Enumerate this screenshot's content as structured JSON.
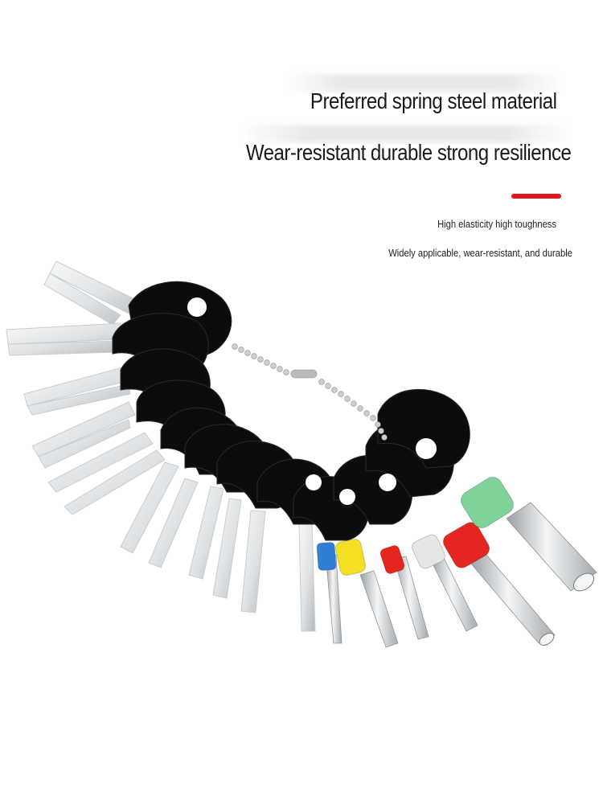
{
  "headline": {
    "line1": "Preferred spring steel material",
    "line2": "Wear-resistant durable strong resilience"
  },
  "accent_color": "#e8141b",
  "subtext": {
    "line1": "High elasticity high toughness",
    "line2": "Widely applicable, wear-resistant, and durable"
  },
  "colors": {
    "handle": "#0c0c0c",
    "steel_light": "#eef0f1",
    "steel_dark": "#b9bec2",
    "sleeve_blue": "#2f7fd6",
    "sleeve_yellow": "#f3e024",
    "sleeve_red": "#e3261f",
    "sleeve_white": "#e6e6e6",
    "sleeve_green": "#7fd39a"
  },
  "product": {
    "name_icon": "terminal-removal-tool-set-icon"
  }
}
